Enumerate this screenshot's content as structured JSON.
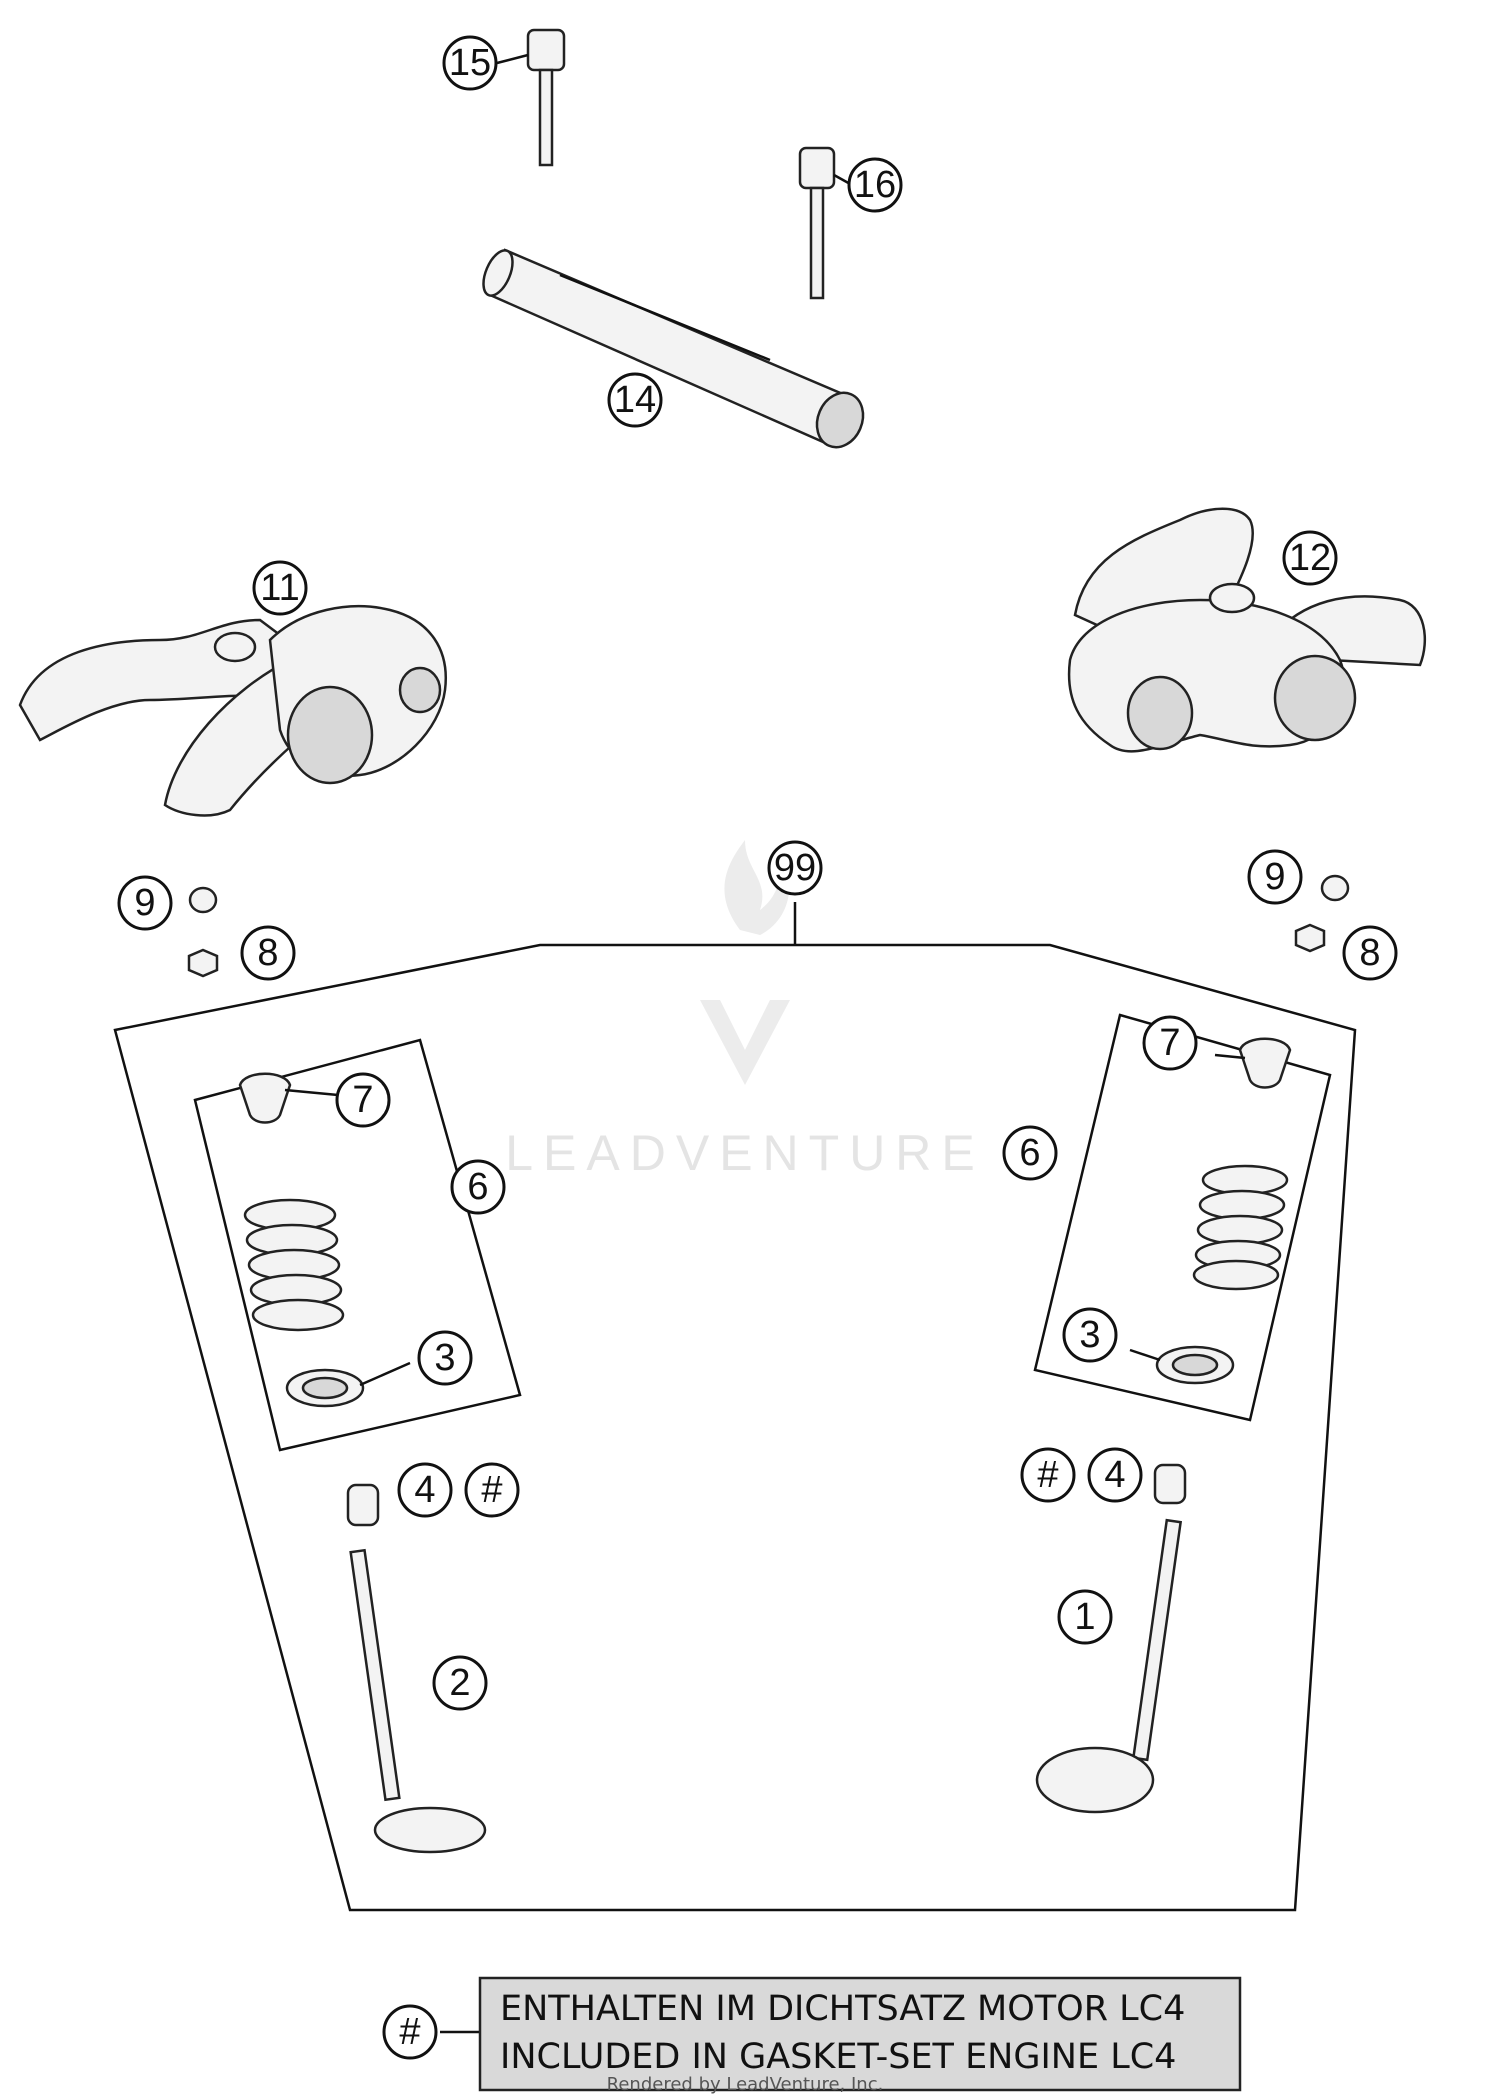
{
  "callouts": {
    "c15": "15",
    "c16": "16",
    "c14": "14",
    "c11": "11",
    "c12": "12",
    "c99": "99",
    "c9a": "9",
    "c8a": "8",
    "c9b": "9",
    "c8b": "8",
    "c7a": "7",
    "c6a": "6",
    "c3a": "3",
    "c4a": "4",
    "ha": "#",
    "c2": "2",
    "c7b": "7",
    "c6b": "6",
    "c3b": "3",
    "c4b": "4",
    "hb": "#",
    "c1": "1",
    "hnote": "#"
  },
  "note": {
    "line1": "ENTHALTEN IM DICHTSATZ MOTOR LC4",
    "line2": "INCLUDED IN GASKET-SET ENGINE LC4"
  },
  "watermark": {
    "brand": "LEADVENTURE"
  },
  "credit": "Rendered by LeadVenture, Inc."
}
